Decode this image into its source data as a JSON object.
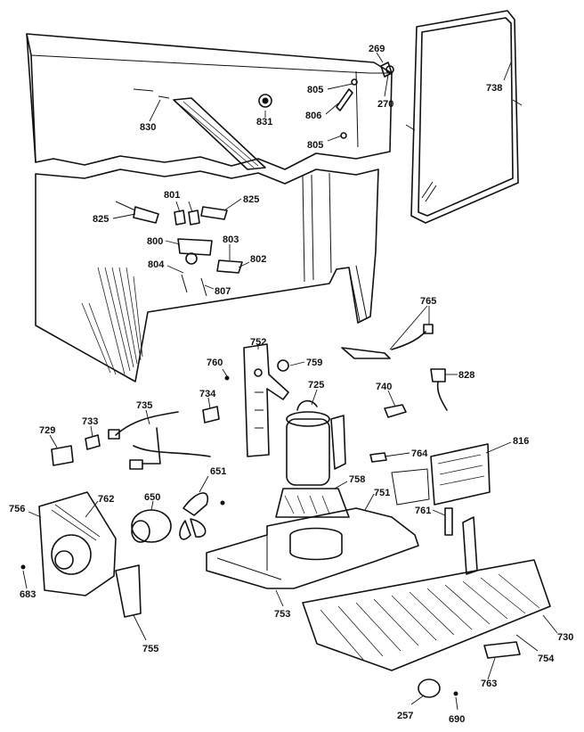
{
  "callouts": [
    {
      "id": "269",
      "name": "callout-269"
    },
    {
      "id": "270",
      "name": "callout-270"
    },
    {
      "id": "805",
      "name": "callout-805-top"
    },
    {
      "id": "806",
      "name": "callout-806"
    },
    {
      "id": "805",
      "name": "callout-805-bottom"
    },
    {
      "id": "831",
      "name": "callout-831"
    },
    {
      "id": "830",
      "name": "callout-830"
    },
    {
      "id": "738",
      "name": "callout-738"
    },
    {
      "id": "801",
      "name": "callout-801"
    },
    {
      "id": "825",
      "name": "callout-825-right"
    },
    {
      "id": "825",
      "name": "callout-825-left"
    },
    {
      "id": "800",
      "name": "callout-800"
    },
    {
      "id": "803",
      "name": "callout-803"
    },
    {
      "id": "802",
      "name": "callout-802"
    },
    {
      "id": "804",
      "name": "callout-804"
    },
    {
      "id": "807",
      "name": "callout-807"
    },
    {
      "id": "765",
      "name": "callout-765"
    },
    {
      "id": "752",
      "name": "callout-752"
    },
    {
      "id": "760",
      "name": "callout-760"
    },
    {
      "id": "759",
      "name": "callout-759"
    },
    {
      "id": "725",
      "name": "callout-725"
    },
    {
      "id": "740",
      "name": "callout-740"
    },
    {
      "id": "828",
      "name": "callout-828"
    },
    {
      "id": "734",
      "name": "callout-734"
    },
    {
      "id": "735",
      "name": "callout-735"
    },
    {
      "id": "733",
      "name": "callout-733"
    },
    {
      "id": "729",
      "name": "callout-729"
    },
    {
      "id": "764",
      "name": "callout-764"
    },
    {
      "id": "816",
      "name": "callout-816"
    },
    {
      "id": "758",
      "name": "callout-758"
    },
    {
      "id": "751",
      "name": "callout-751"
    },
    {
      "id": "761",
      "name": "callout-761"
    },
    {
      "id": "650",
      "name": "callout-650"
    },
    {
      "id": "651",
      "name": "callout-651"
    },
    {
      "id": "756",
      "name": "callout-756"
    },
    {
      "id": "762",
      "name": "callout-762"
    },
    {
      "id": "683",
      "name": "callout-683"
    },
    {
      "id": "755",
      "name": "callout-755"
    },
    {
      "id": "753",
      "name": "callout-753"
    },
    {
      "id": "730",
      "name": "callout-730"
    },
    {
      "id": "754",
      "name": "callout-754"
    },
    {
      "id": "763",
      "name": "callout-763"
    },
    {
      "id": "257",
      "name": "callout-257"
    },
    {
      "id": "690",
      "name": "callout-690"
    }
  ]
}
